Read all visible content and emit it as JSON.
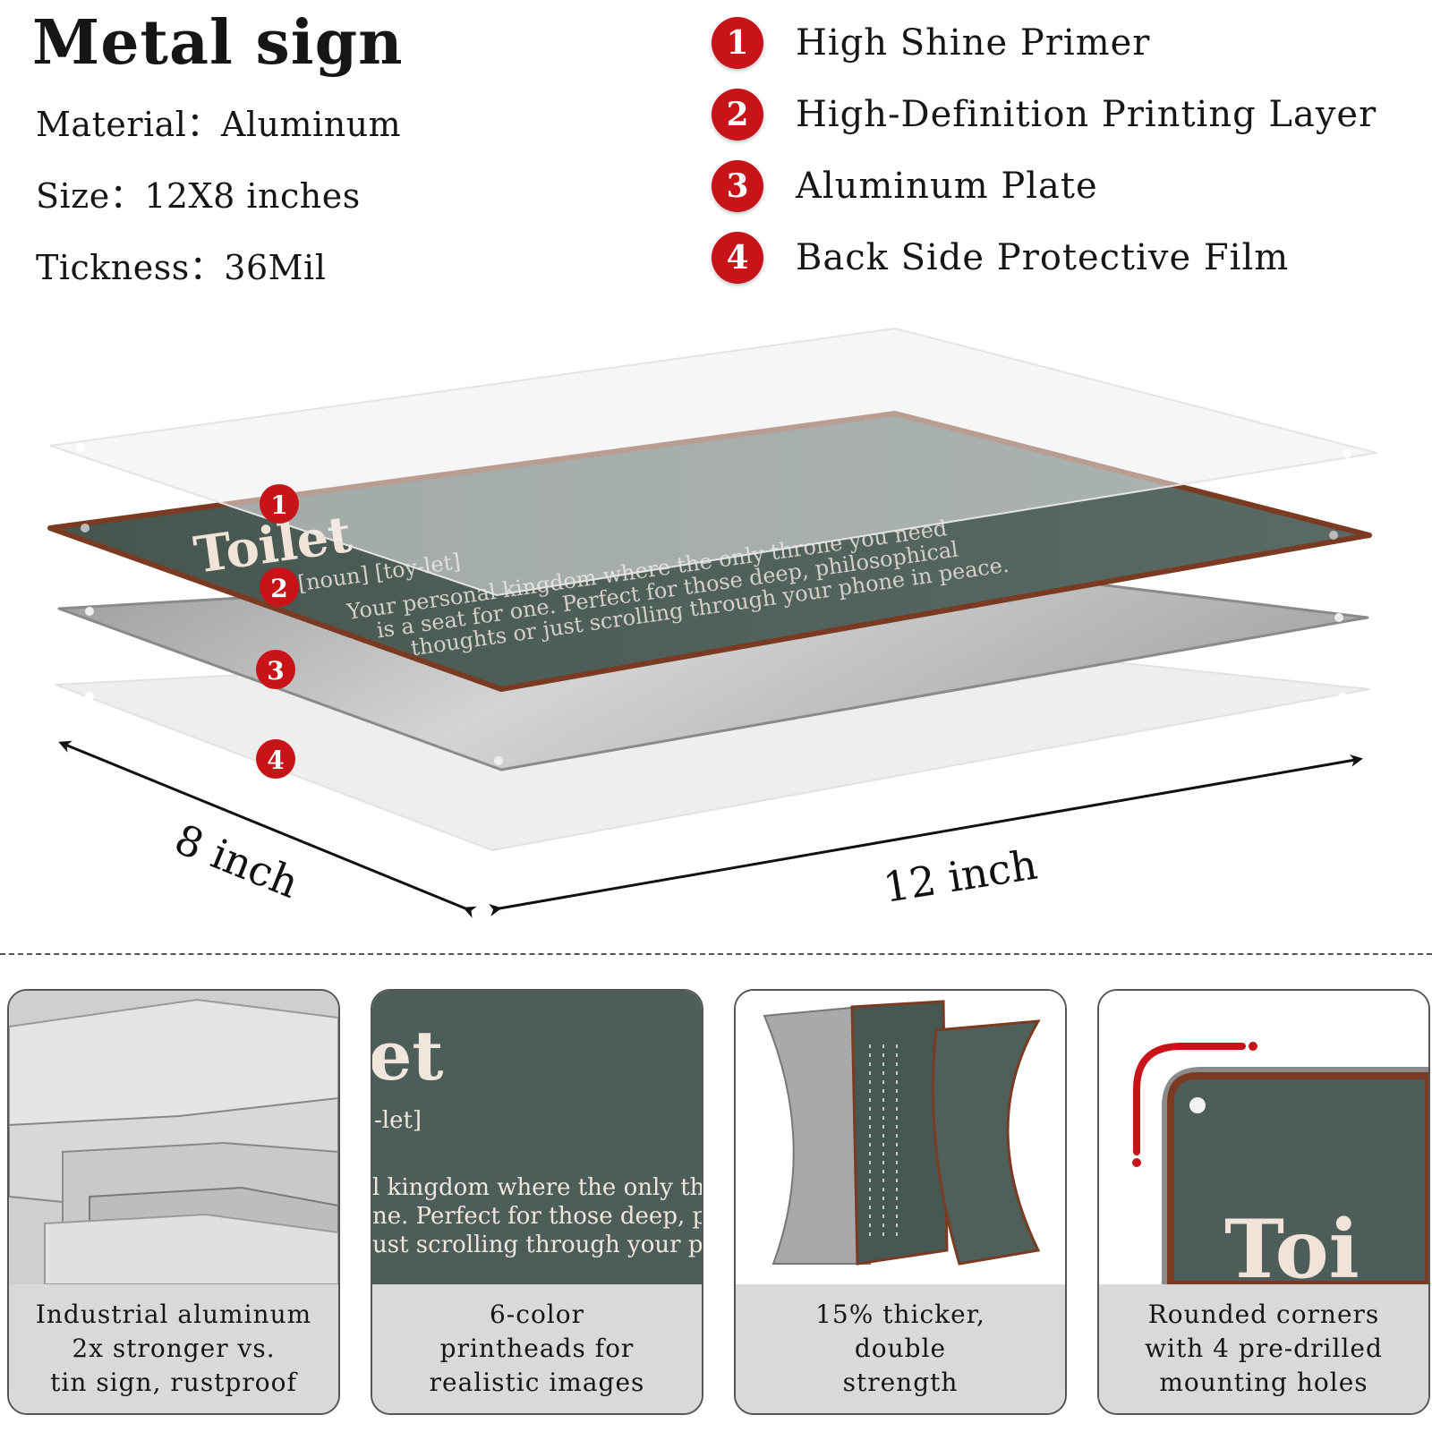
{
  "header": {
    "title": "Metal sign",
    "specs": [
      "Material：Aluminum",
      "Size：12X8 inches",
      "Tickness：36Mil"
    ]
  },
  "layers": [
    {
      "num": "1",
      "label": "High Shine Primer"
    },
    {
      "num": "2",
      "label": "High-Definition Printing Layer"
    },
    {
      "num": "3",
      "label": "Aluminum Plate"
    },
    {
      "num": "4",
      "label": "Back Side Protective Film"
    }
  ],
  "sign": {
    "word": "Toilet",
    "phonetic": "[noun]   [toy-let]",
    "definition_lines": [
      "Your personal kingdom where the only throne you need",
      "is a seat for one. Perfect for those deep, philosophical",
      "thoughts or just scrolling through your phone in peace."
    ]
  },
  "dimensions": {
    "depth": "8 inch",
    "width": "12 inch"
  },
  "features": [
    {
      "caption": "Industrial aluminum\n2x stronger vs.\ntin sign, rustproof"
    },
    {
      "caption": "6-color\nprintheads for\nrealistic images"
    },
    {
      "caption": "15% thicker,\ndouble\nstrength"
    },
    {
      "caption": "Rounded corners\nwith 4 pre-drilled\nmounting holes"
    }
  ],
  "zoom": {
    "big": "et",
    "phonetic": "-let]",
    "lines": [
      "l kingdom where the only thro",
      "ne. Perfect for those deep, phi",
      "ust scrolling through your pho"
    ],
    "corner_word": "Toi"
  },
  "colors": {
    "accent_red": "#c81418",
    "sign_green": "#4d5e5a",
    "rust": "#7a3b22"
  }
}
